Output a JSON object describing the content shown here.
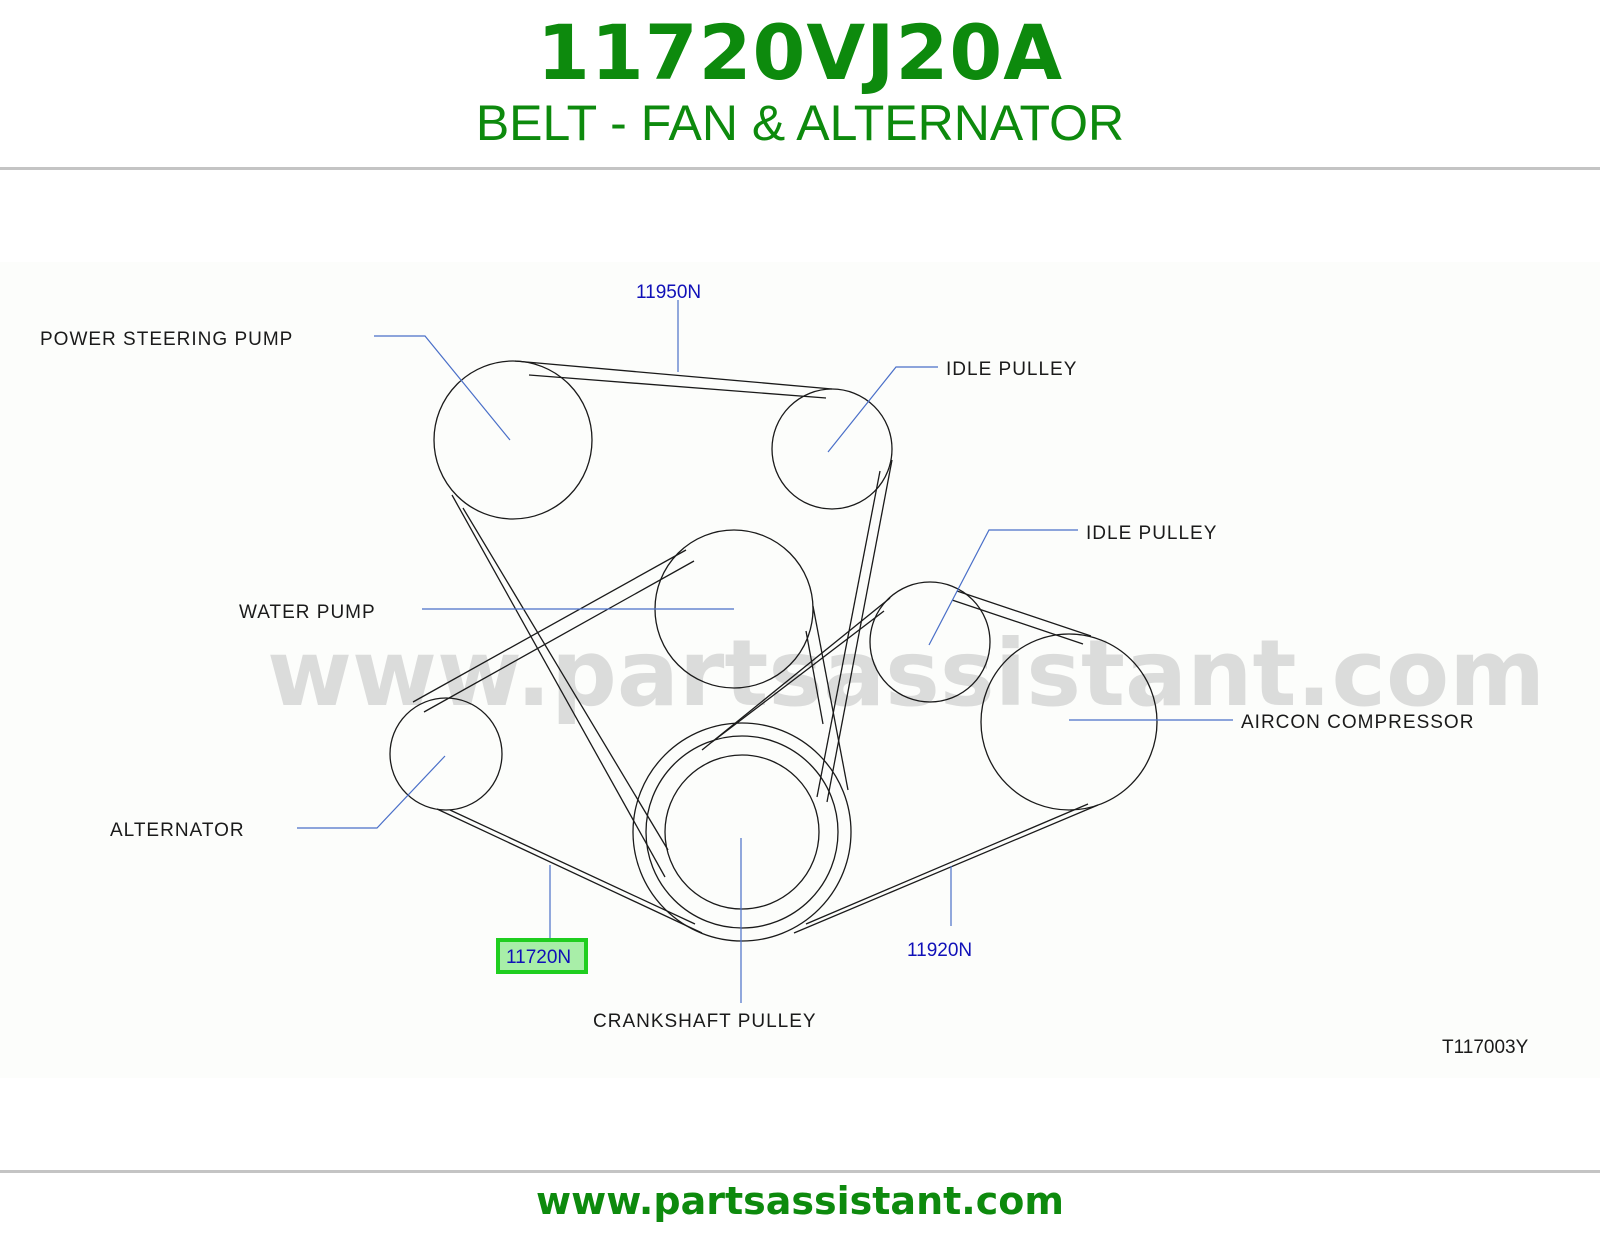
{
  "header": {
    "part_number": "11720VJ20A",
    "part_name": "BELT - FAN & ALTERNATOR"
  },
  "diagram": {
    "components": {
      "power_steering_pump": "POWER  STEERING  PUMP",
      "idle_pulley_upper": "IDLE  PULLEY",
      "idle_pulley_lower": "IDLE  PULLEY",
      "water_pump": "WATER  PUMP",
      "aircon_compressor": "AIRCON  COMPRESSOR",
      "alternator": "ALTERNATOR",
      "crankshaft_pulley": "CRANKSHAFT  PULLEY"
    },
    "part_codes": {
      "belt_power_steering": "11950N",
      "belt_fan_alternator": "11720N",
      "belt_aircon": "11920N"
    },
    "highlighted_code": "11720N",
    "figure_ref": "T117003Y",
    "watermark": "www.partsassistant.com"
  },
  "footer": {
    "url": "www.partsassistant.com"
  },
  "colors": {
    "brand_green": "#0d8a0d",
    "code_blue": "#1010b8",
    "leader_blue": "#4a6fc8",
    "highlight_border": "#1fce1f",
    "highlight_fill": "#a8eea8"
  }
}
